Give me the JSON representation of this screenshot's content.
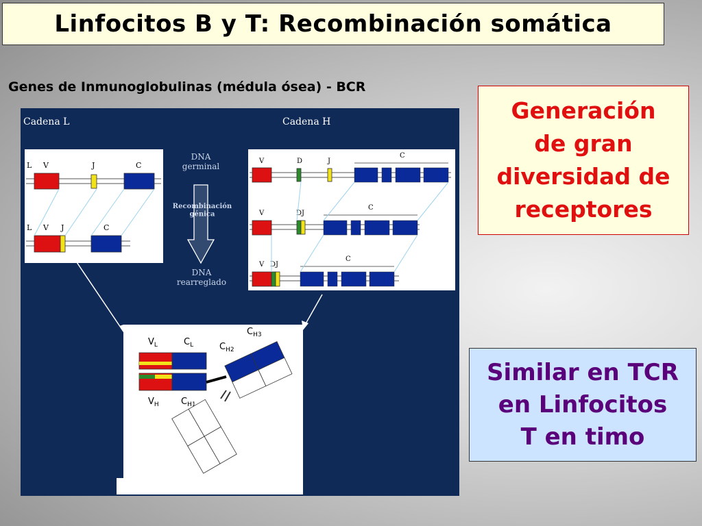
{
  "title": "Linfocitos B y T: Recombinación somática",
  "subtitle": "Genes de Inmunoglobulinas (médula ósea) - BCR",
  "note_diversity": "Generación\nde gran\ndiversidad de\nreceptores",
  "note_tcr": "Similar en TCR\nen Linfocitos\nT en timo",
  "figure": {
    "light_chain_label": "Cadena L",
    "heavy_chain_label": "Cadena H",
    "dna_germinal": "DNA\ngerminal",
    "recombination": "Recombinación\ngénica",
    "dna_rearranged": "DNA\nrearreglado",
    "seg_L": "L",
    "seg_V": "V",
    "seg_J": "J",
    "seg_C": "C",
    "seg_D": "D",
    "seg_DJ": "DJ",
    "ab_VL": "VL",
    "ab_CL": "CL",
    "ab_CH2": "CH2",
    "ab_CH3": "CH3",
    "ab_VH": "VH",
    "ab_CH1": "CH1"
  },
  "colors": {
    "panel_bg": "#0f2a57",
    "V_segment": "#dd1111",
    "J_segment": "#f2e21a",
    "D_segment": "#2c8a2c",
    "C_segment": "#0a2a9a",
    "note_red": "#e01010",
    "note_purple": "#5a007a"
  }
}
